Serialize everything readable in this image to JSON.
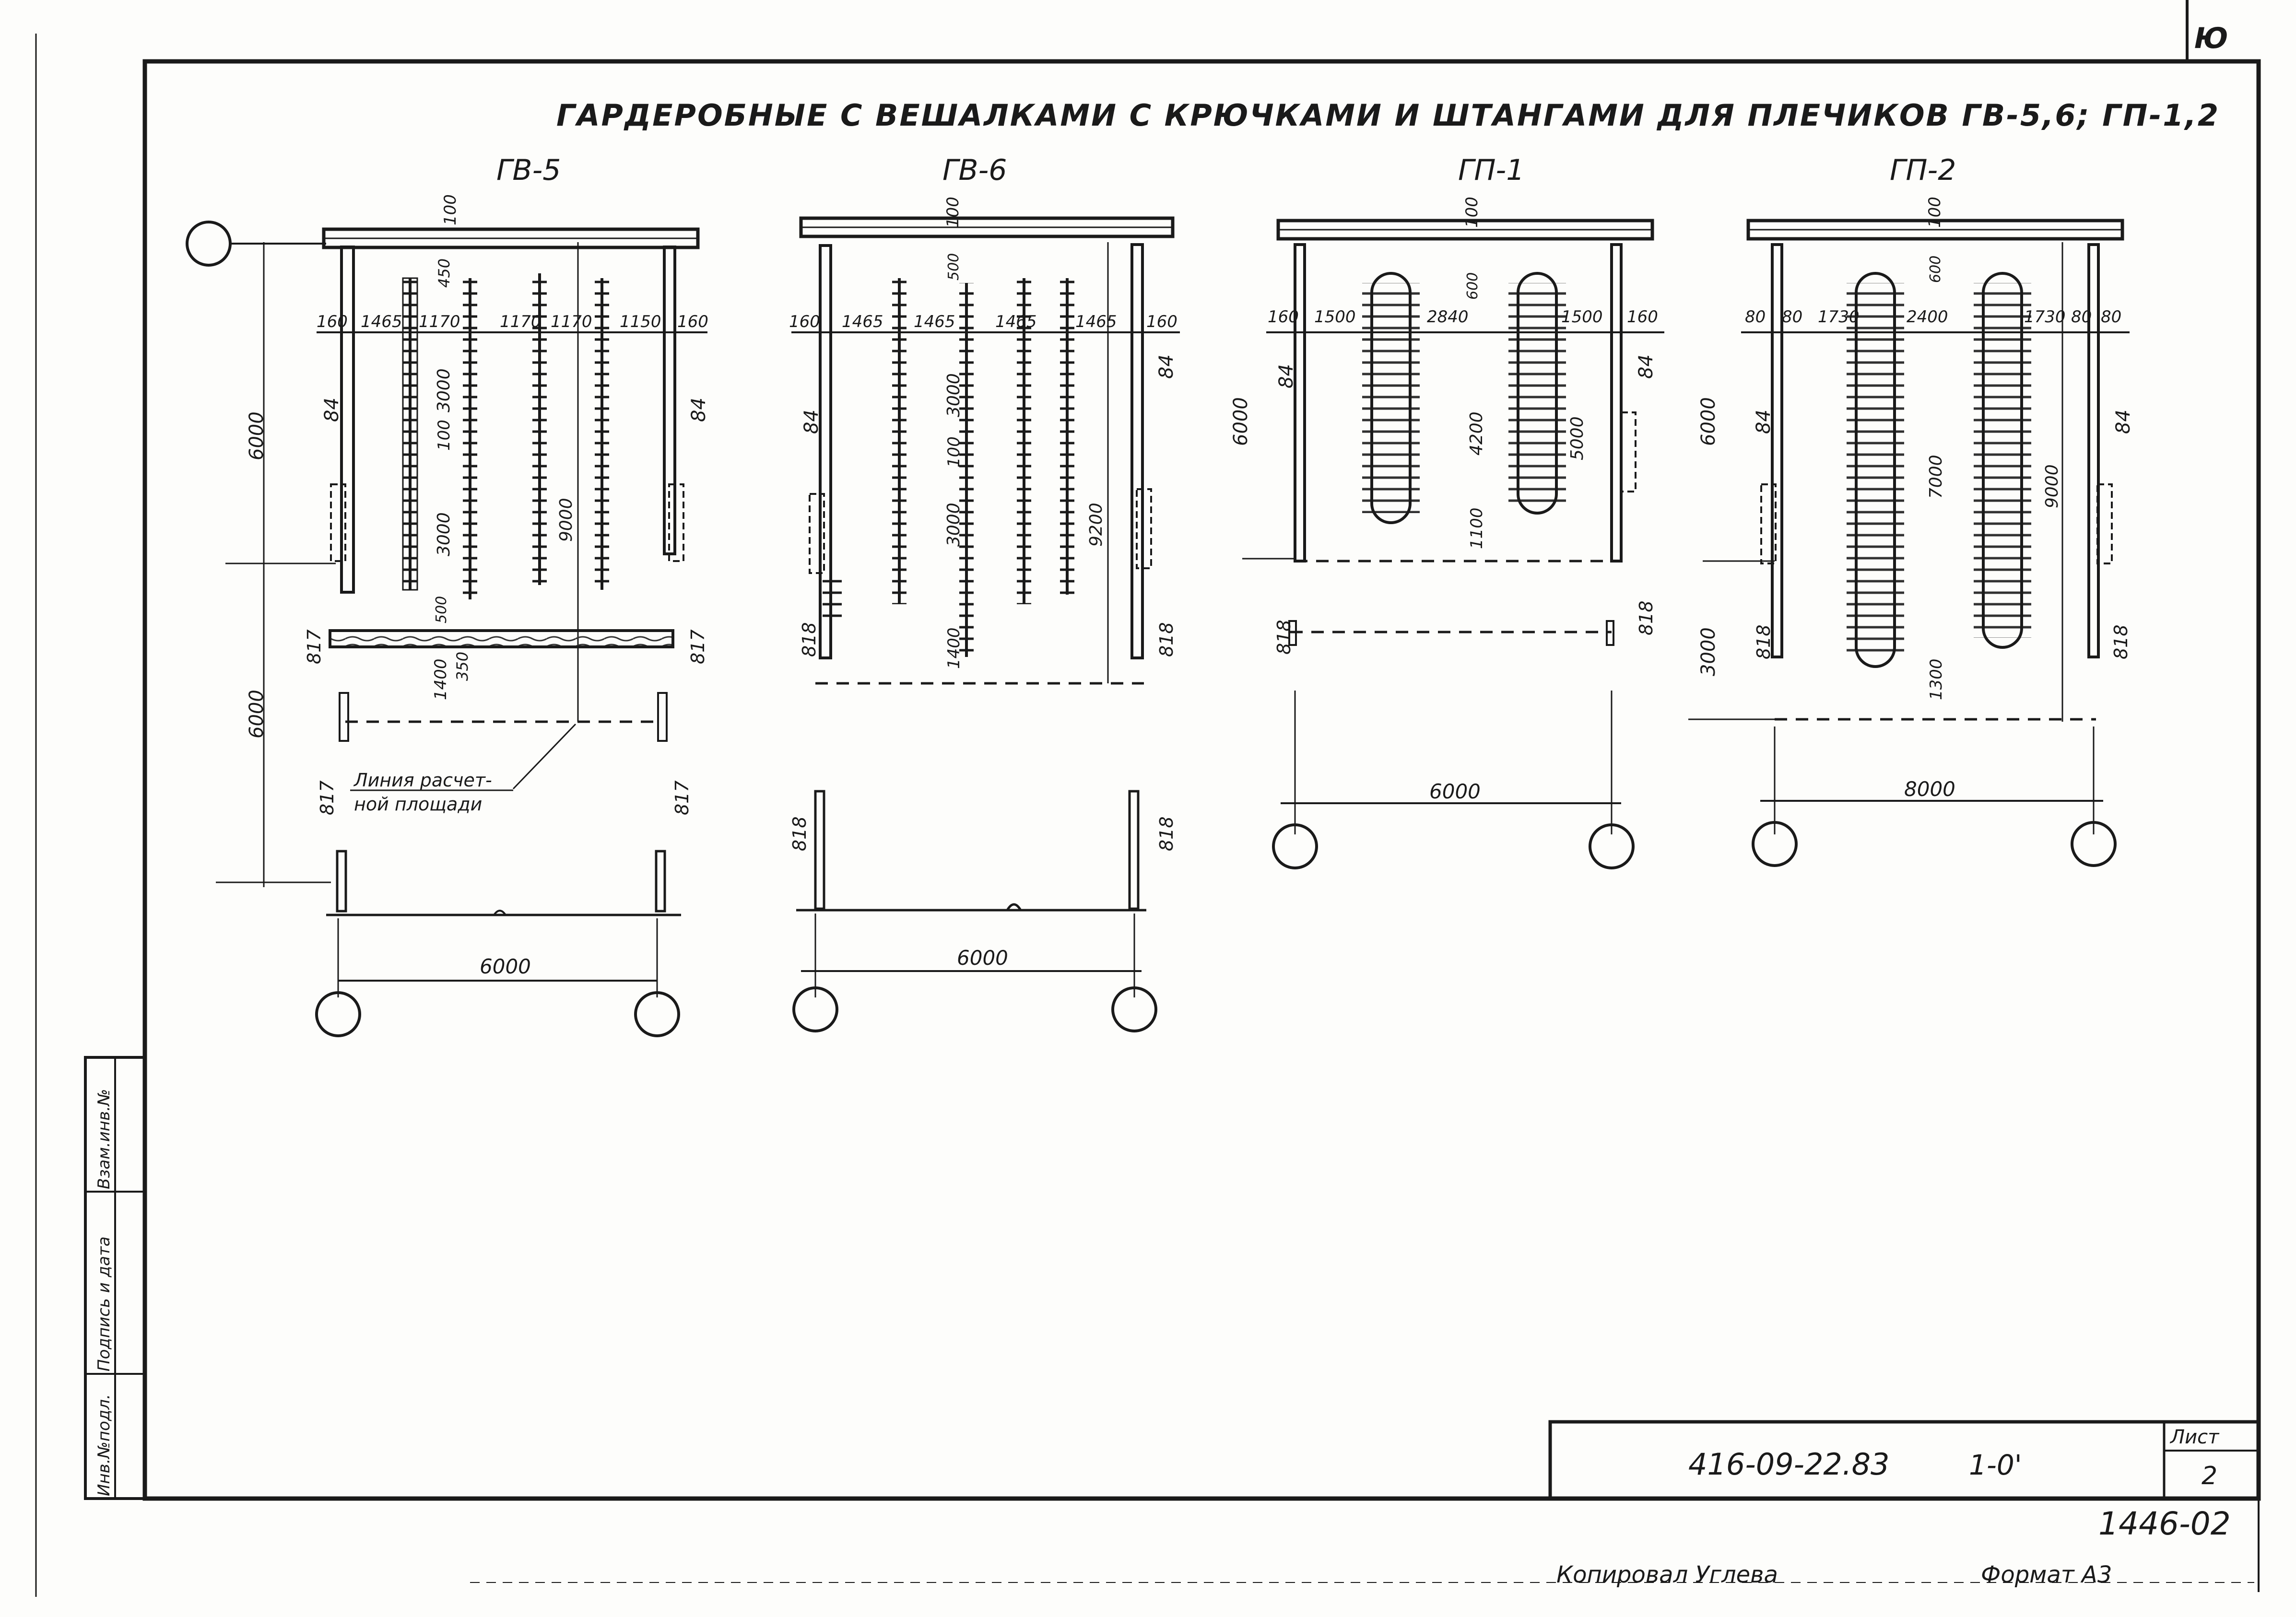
{
  "sheet": {
    "title": "ГАРДЕРОБНЫЕ С ВЕШАЛКАМИ С КРЮЧКАМИ И ШТАНГАМИ ДЛЯ ПЛЕЧИКОВ ГВ-5,6; ГП-1,2",
    "corner_mark": "Ю"
  },
  "plans": [
    {
      "label": "ГВ-5",
      "dims": {
        "top_row": [
          "160",
          "1465",
          "1170",
          "1170",
          "1170",
          "1150",
          "160"
        ],
        "d100": "100",
        "d450": "450",
        "d3000a": "3000",
        "d100b": "100",
        "d3000b": "3000",
        "d9000": "9000",
        "d500": "500",
        "d1400": "1400",
        "d350": "350",
        "left_6000a": "6000",
        "left_6000b": "6000",
        "w84l": "84",
        "w84r": "84",
        "b817a": "817",
        "b817b": "817",
        "b817c": "817",
        "b817d": "817",
        "bottom": "6000"
      },
      "annotation": [
        "Линия расчет-",
        "ной площади"
      ]
    },
    {
      "label": "ГВ-6",
      "dims": {
        "top_row": [
          "160",
          "1465",
          "1465",
          "1465",
          "1465",
          "160"
        ],
        "d100": "100",
        "d500": "500",
        "d3000a": "3000",
        "d100b": "100",
        "d3000b": "3000",
        "d9200": "9200",
        "d1400": "1400",
        "w84l": "84",
        "w84r": "84",
        "b818a": "818",
        "b818b": "818",
        "b818c": "818",
        "b818d": "818",
        "bottom": "6000"
      }
    },
    {
      "label": "ГП-1",
      "dims": {
        "top_row": [
          "160",
          "1500",
          "2840",
          "1500",
          "160"
        ],
        "d100": "100",
        "d600": "600",
        "d4200": "4200",
        "d5000": "5000",
        "d1100": "1100",
        "left_6000": "6000",
        "w84l": "84",
        "w84r": "84",
        "b818l": "818",
        "b818r": "818",
        "bottom": "6000"
      }
    },
    {
      "label": "ГП-2",
      "dims": {
        "top_row": [
          "80",
          "80",
          "1730",
          "2400",
          "1730",
          "80",
          "80"
        ],
        "d100": "100",
        "d600": "600",
        "d7000": "7000",
        "d9000": "9000",
        "d1300": "1300",
        "left_6000": "6000",
        "left_3000": "3000",
        "w84l": "84",
        "w84r": "84",
        "b818l": "818",
        "b818r": "818",
        "bottom": "8000"
      }
    }
  ],
  "side_stamp": [
    "Инв.№подл.",
    "Подпись и дата",
    "Взам.инв.№"
  ],
  "title_block": {
    "code": "416-09-22.83",
    "sub": "1-0'",
    "sheet_label": "Лист",
    "sheet_no": "2"
  },
  "footer": {
    "number": "1446-02",
    "copied": "Копировал Углева",
    "format": "Формат А3"
  }
}
